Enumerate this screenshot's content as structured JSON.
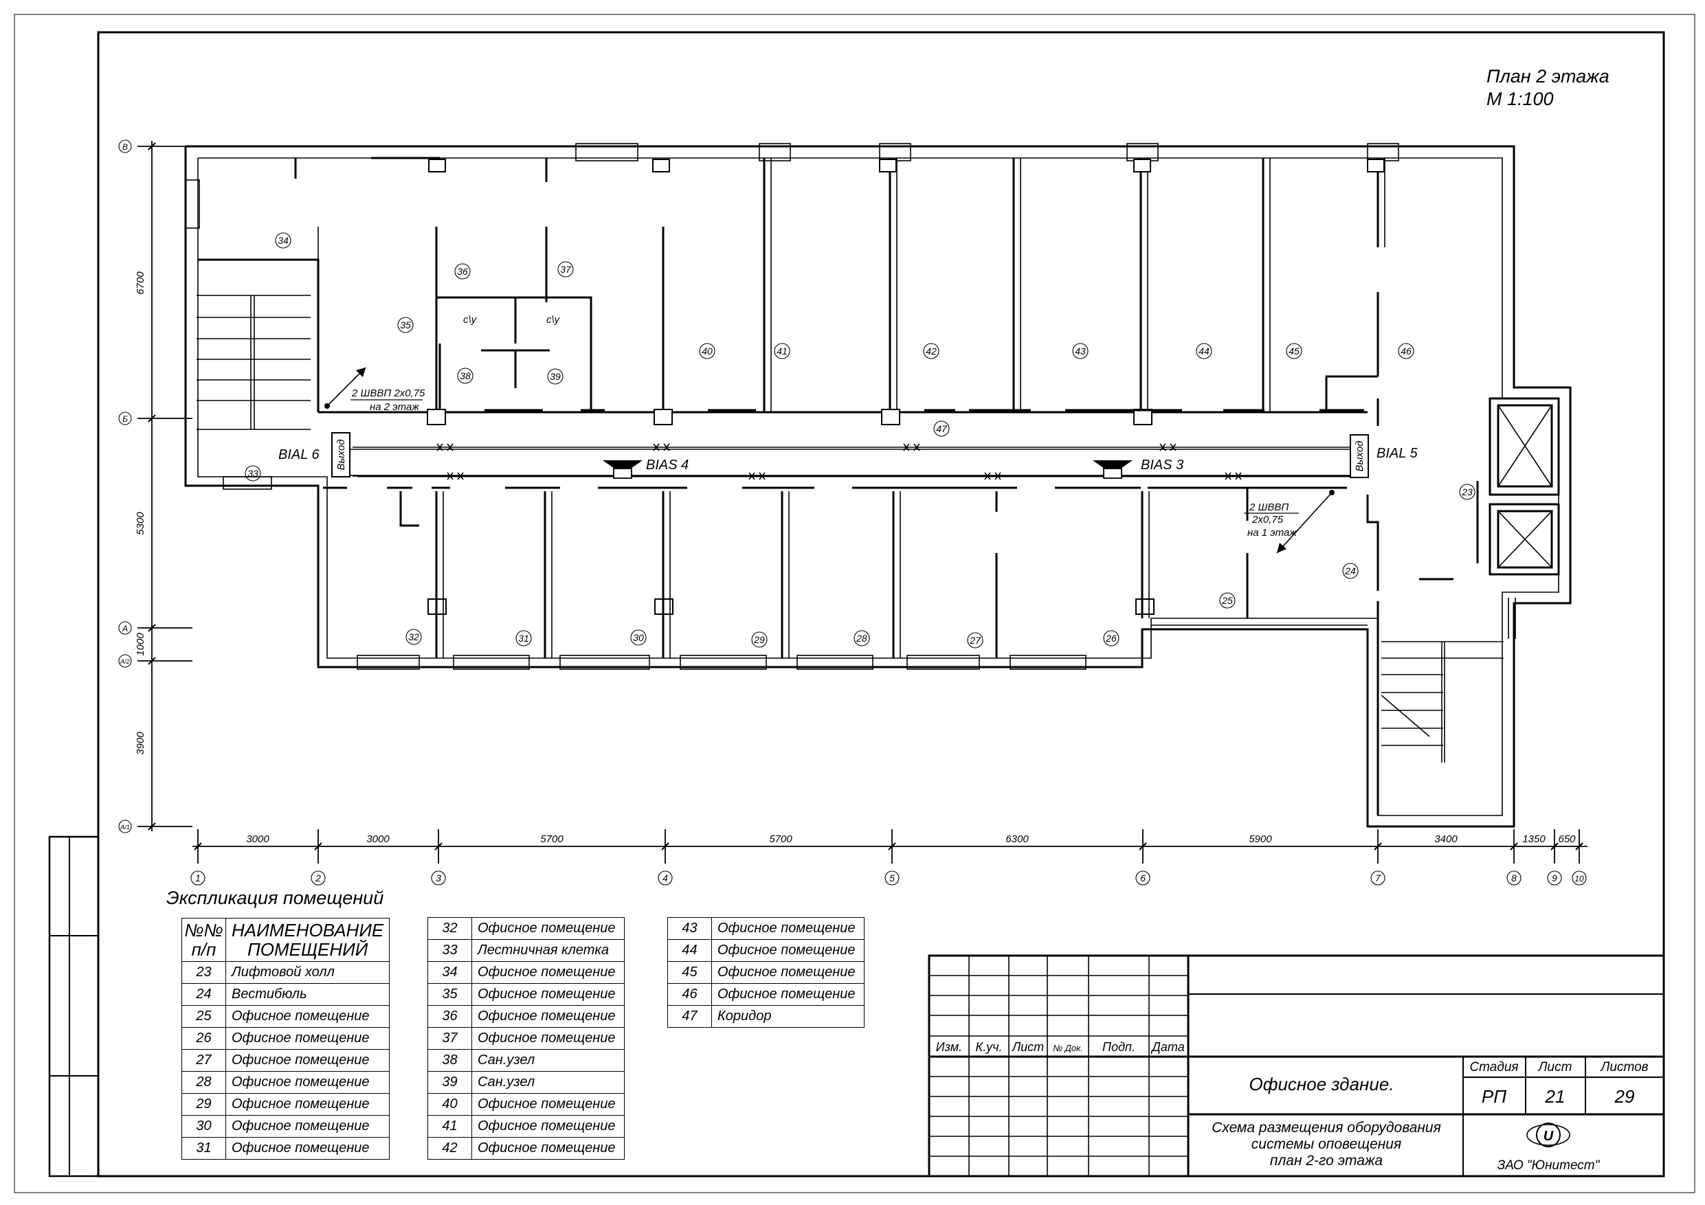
{
  "title": {
    "line1": "План 2 этажа",
    "line2": "М 1:100"
  },
  "axes": {
    "rows": [
      "В",
      "Б",
      "А",
      "А/2",
      "А/1"
    ],
    "columns": [
      "1",
      "2",
      "3",
      "4",
      "5",
      "6",
      "7",
      "8",
      "9",
      "10"
    ],
    "column_dims": [
      "3000",
      "3000",
      "5700",
      "5700",
      "6300",
      "5900",
      "3400",
      "1350",
      "650"
    ],
    "row_dims": [
      "6700",
      "5300",
      "1000",
      "3900"
    ]
  },
  "rooms": [
    "23",
    "24",
    "25",
    "26",
    "27",
    "28",
    "29",
    "30",
    "31",
    "32",
    "33",
    "34",
    "35",
    "36",
    "37",
    "38",
    "39",
    "40",
    "41",
    "42",
    "43",
    "44",
    "45",
    "46",
    "47"
  ],
  "wc": {
    "a": "с\\у",
    "b": "с\\у"
  },
  "devices": {
    "bial6": "BIAL 6",
    "bial5": "BIAL 5",
    "bias4": "BIAS 4",
    "bias3": "BIAS 3",
    "exit_left": "Выход",
    "exit_right": "Выход"
  },
  "cables": {
    "upper": {
      "line1": "2 ШВВП 2х0,75",
      "line2": "на 2 этаж"
    },
    "lower": {
      "line1": "2 ШВВП",
      "line2": "2х0,75",
      "line3": "на 1 этаж"
    }
  },
  "explication": {
    "title": "Экспликация помещений",
    "header": {
      "num_line1": "№№",
      "num_line2": "п/п",
      "name_line1": "НАИМЕНОВАНИЕ",
      "name_line2": "ПОМЕЩЕНИЙ"
    },
    "col1": [
      {
        "n": "23",
        "name": "Лифтовой холл"
      },
      {
        "n": "24",
        "name": "Вестибюль"
      },
      {
        "n": "25",
        "name": "Офисное помещение"
      },
      {
        "n": "26",
        "name": "Офисное помещение"
      },
      {
        "n": "27",
        "name": "Офисное помещение"
      },
      {
        "n": "28",
        "name": "Офисное помещение"
      },
      {
        "n": "29",
        "name": "Офисное помещение"
      },
      {
        "n": "30",
        "name": "Офисное помещение"
      },
      {
        "n": "31",
        "name": "Офисное помещение"
      }
    ],
    "col2": [
      {
        "n": "32",
        "name": "Офисное помещение"
      },
      {
        "n": "33",
        "name": "Лестничная клетка"
      },
      {
        "n": "34",
        "name": "Офисное помещение"
      },
      {
        "n": "35",
        "name": "Офисное помещение"
      },
      {
        "n": "36",
        "name": "Офисное помещение"
      },
      {
        "n": "37",
        "name": "Офисное помещение"
      },
      {
        "n": "38",
        "name": "Сан.узел"
      },
      {
        "n": "39",
        "name": "Сан.узел"
      },
      {
        "n": "40",
        "name": "Офисное помещение"
      },
      {
        "n": "41",
        "name": "Офисное помещение"
      },
      {
        "n": "42",
        "name": "Офисное помещение"
      }
    ],
    "col3": [
      {
        "n": "43",
        "name": "Офисное помещение"
      },
      {
        "n": "44",
        "name": "Офисное помещение"
      },
      {
        "n": "45",
        "name": "Офисное помещение"
      },
      {
        "n": "46",
        "name": "Офисное помещение"
      },
      {
        "n": "47",
        "name": "Коридор"
      }
    ]
  },
  "stamp": {
    "headers": [
      "Изм.",
      "К.уч.",
      "Лист",
      "№ Док.",
      "Подп.",
      "Дата"
    ],
    "stage_label": "Стадия",
    "sheet_label": "Лист",
    "sheets_label": "Листов",
    "stage": "РП",
    "sheet": "21",
    "sheets": "29",
    "object": "Офисное здание.",
    "drawing_line1": "Схема размещения оборудования",
    "drawing_line2": "системы оповещения",
    "drawing_line3": "план 2-го  этажа",
    "company": "ЗАО \"Юнитест\"",
    "logo_letter": "U"
  }
}
